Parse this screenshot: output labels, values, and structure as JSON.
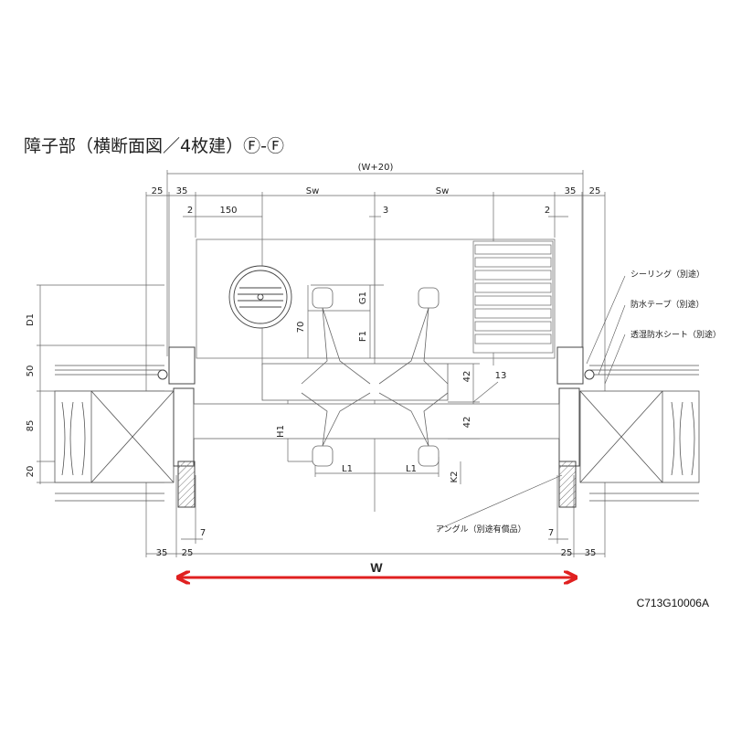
{
  "title": "障子部（横断面図／4枚建）Ⓕ-Ⓕ",
  "drawing_code": "C713G10006A",
  "colors": {
    "line": "#444444",
    "accent": "#e02020"
  },
  "dims": {
    "overall": "(W+20)",
    "left_25": "25",
    "left_35": "35",
    "sw_left": "Sw",
    "sw_right": "Sw",
    "right_35": "35",
    "right_25": "25",
    "two_left": "2",
    "d150": "150",
    "three": "3",
    "two_right": "2",
    "d1": "D1",
    "d50": "50",
    "d85": "85",
    "d20": "20",
    "g1": "G1",
    "d70": "70",
    "f1": "F1",
    "d42a": "42",
    "d13": "13",
    "d42b": "42",
    "h1": "H1",
    "l1a": "L1",
    "l1b": "L1",
    "k2": "K2",
    "bottom_7_left": "7",
    "bottom_7_right": "7",
    "bottom_35_left": "35",
    "bottom_25_left": "25",
    "bottom_25_right": "25",
    "bottom_35_right": "35",
    "w": "W"
  },
  "notes": {
    "sealing": "シーリング（別途）",
    "waterproof_tape": "防水テープ（別途）",
    "moisture_sheet": "透湿防水シート（別途）",
    "angle": "アングル（別途有償品）"
  }
}
